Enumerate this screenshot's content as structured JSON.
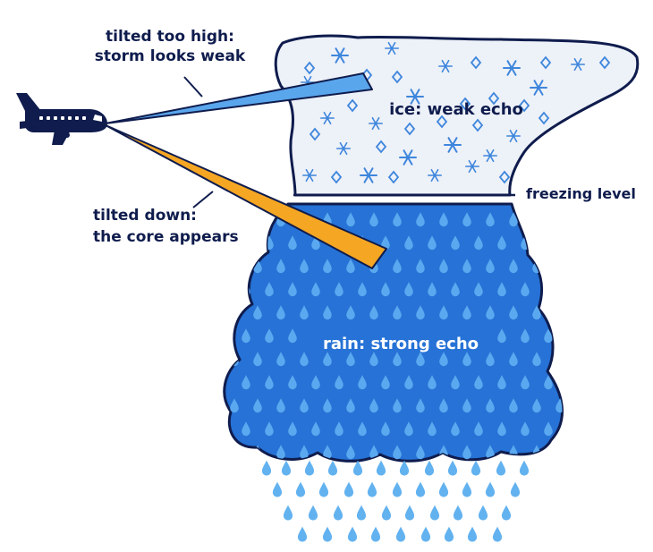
{
  "labels": {
    "tilted_high_line1": "tilted too high:",
    "tilted_high_line2": "storm looks weak",
    "tilted_down_line1": "tilted down:",
    "tilted_down_line2": "the core appears",
    "ice": "ice: weak echo",
    "freezing": "freezing level",
    "rain": "rain: strong echo"
  },
  "icons": {
    "airplane": "airplane-icon",
    "snowflake": "snowflake-icon",
    "raindrop": "raindrop-icon"
  },
  "colors": {
    "navy": "#0f1c4d",
    "beam_high": "#5aa6ec",
    "beam_low": "#f5a623",
    "ice_fill": "#edf1f8",
    "rain_fill": "#2672d6",
    "rain_drop": "#5aa8ef",
    "falling_drop": "#63b2f0",
    "snow": "#3e86dc"
  }
}
